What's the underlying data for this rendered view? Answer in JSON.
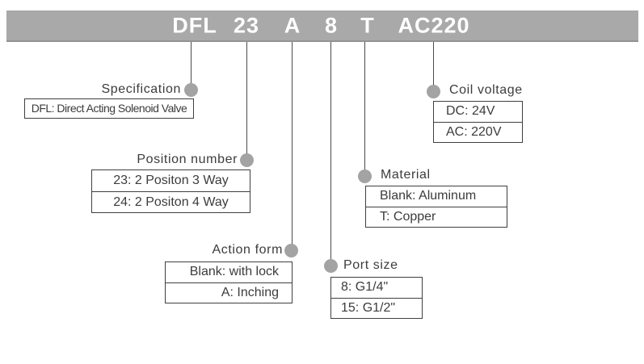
{
  "model_code": {
    "segments": [
      "DFL",
      "23",
      "A",
      "8",
      "T",
      "AC220"
    ]
  },
  "callouts": [
    {
      "id": "specification",
      "label": "Specification",
      "rows": [
        "DFL: Direct Acting Solenoid Valve"
      ]
    },
    {
      "id": "position-number",
      "label": "Position number",
      "rows": [
        "23: 2 Positon 3 Way",
        "24: 2 Positon 4 Way"
      ]
    },
    {
      "id": "action-form",
      "label": "Action form",
      "rows": [
        "Blank: with lock",
        "A: Inching"
      ]
    },
    {
      "id": "port-size",
      "label": "Port size",
      "rows": [
        "8: G1/4\"",
        "15: G1/2\""
      ]
    },
    {
      "id": "material",
      "label": "Material",
      "rows": [
        "Blank: Aluminum",
        "T: Copper"
      ]
    },
    {
      "id": "coil-voltage",
      "label": "Coil voltage",
      "rows": [
        "DC: 24V",
        "AC: 220V"
      ]
    }
  ],
  "colors": {
    "bar": "#a9a9a9",
    "bar_text": "#ffffff",
    "connector_line": "#4a4a4a",
    "connector_dot": "#a3a3a3",
    "text": "#3c3c3c",
    "box_border": "#3f3f3f"
  }
}
